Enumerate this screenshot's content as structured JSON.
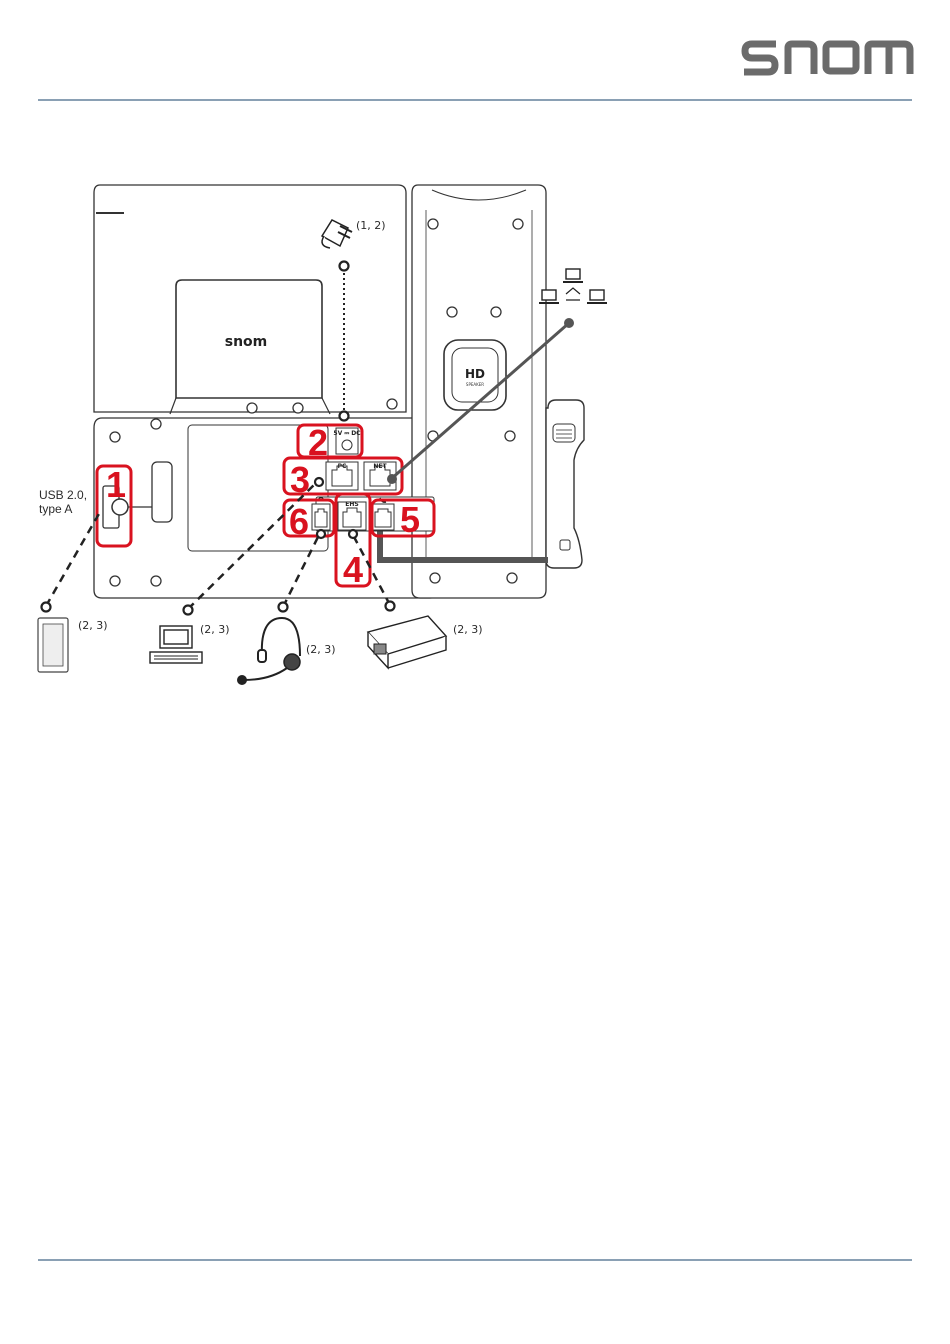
{
  "header": {
    "brand_logo": "snom"
  },
  "diagram": {
    "base_brand": "snom",
    "speaker_badge": "HD",
    "speaker_sub": "SPEAKER",
    "ports": {
      "power": "5V ⎓ DC",
      "pc": "PC",
      "net": "NET",
      "ehs": "EHS"
    },
    "callouts": [
      "1",
      "2",
      "3",
      "4",
      "5",
      "6"
    ],
    "labels": {
      "usb": "USB 2.0,",
      "usb_type": "type A",
      "power_adapter": "(1, 2)",
      "expansion_module": "(2, 3)",
      "computer": "(2, 3)",
      "headset": "(2, 3)",
      "ehs_adapter": "(2, 3)"
    }
  },
  "colors": {
    "callout_red": "#d9121f",
    "line_gray": "#5a5a5a",
    "rule_blue": "#8aa0b4"
  }
}
